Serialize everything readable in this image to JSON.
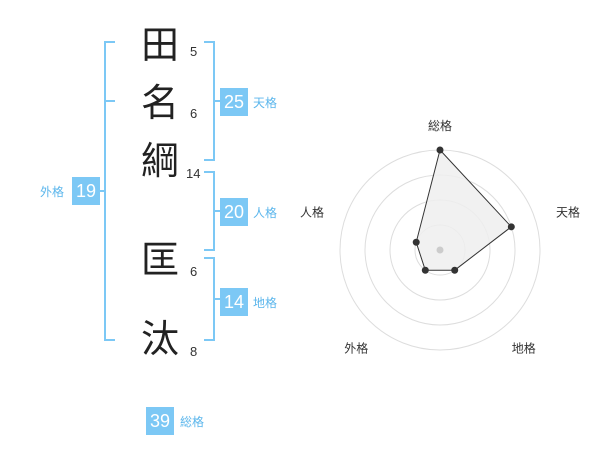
{
  "surname": [
    {
      "char": "田",
      "strokes": "5"
    },
    {
      "char": "名",
      "strokes": "6"
    },
    {
      "char": "綱",
      "strokes": "14"
    }
  ],
  "given": [
    {
      "char": "匡",
      "strokes": "6"
    },
    {
      "char": "汰",
      "strokes": "8"
    }
  ],
  "grades": {
    "tenkaku": {
      "value": "25",
      "label": "天格"
    },
    "jinkaku": {
      "value": "20",
      "label": "人格"
    },
    "chikaku": {
      "value": "14",
      "label": "地格"
    },
    "gaikaku": {
      "value": "19",
      "label": "外格"
    },
    "soukaku": {
      "value": "39",
      "label": "総格"
    }
  },
  "colors": {
    "accent": "#7cc8f5",
    "accent_text": "#5bb6ec"
  },
  "chart_data": {
    "type": "radar",
    "axes": [
      "総格",
      "天格",
      "地格",
      "外格",
      "人格"
    ],
    "levels": 4,
    "range": [
      0,
      4
    ],
    "values": [
      4,
      3,
      1,
      1,
      1
    ]
  }
}
